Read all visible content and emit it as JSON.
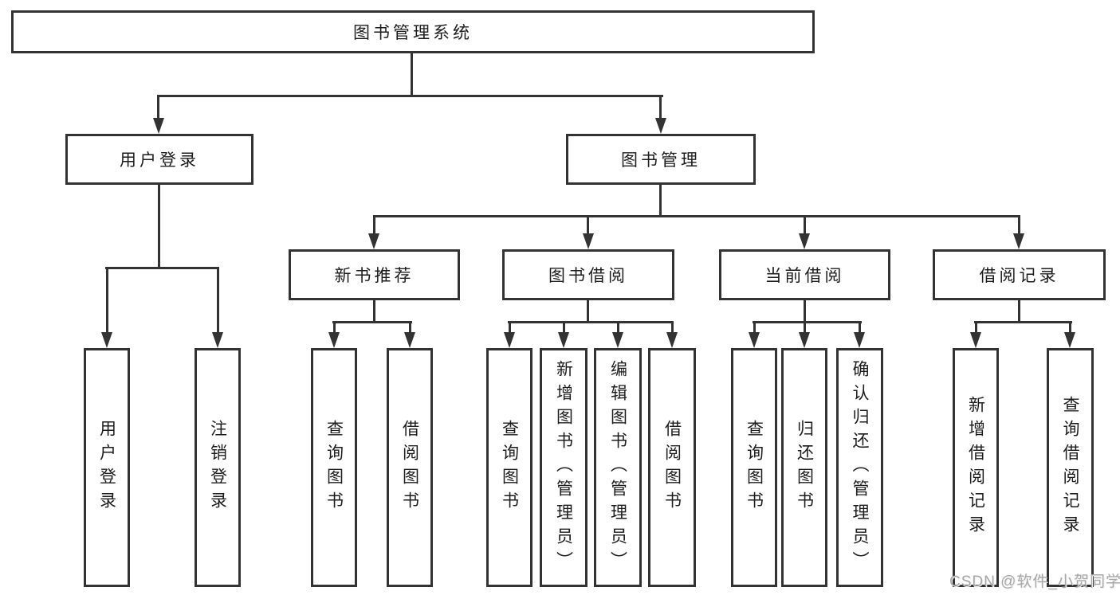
{
  "tree": {
    "root": {
      "label": "图书管理系统"
    },
    "branches": [
      {
        "label": "用户登录",
        "children": [
          {
            "label": "用户登录"
          },
          {
            "label": "注销登录"
          }
        ]
      },
      {
        "label": "图书管理",
        "sections": [
          {
            "label": "新书推荐",
            "children": [
              {
                "label": "查询图书"
              },
              {
                "label": "借阅图书"
              }
            ]
          },
          {
            "label": "图书借阅",
            "children": [
              {
                "label": "查询图书"
              },
              {
                "label": "新增图书（管理员）"
              },
              {
                "label": "编辑图书（管理员）"
              },
              {
                "label": "借阅图书"
              }
            ]
          },
          {
            "label": "当前借阅",
            "children": [
              {
                "label": "查询图书"
              },
              {
                "label": "归还图书"
              },
              {
                "label": "确认归还（管理员）"
              }
            ]
          },
          {
            "label": "借阅记录",
            "children": [
              {
                "label": "新增借阅记录"
              },
              {
                "label": "查询借阅记录"
              }
            ]
          }
        ]
      }
    ]
  },
  "watermark": {
    "text": "CSDN @软件_小贺同学"
  },
  "colors": {
    "line": "#333333",
    "box_border": "#333333",
    "text": "#1c1c1c",
    "background": "#ffffff",
    "watermark": "#a8a8a8"
  }
}
